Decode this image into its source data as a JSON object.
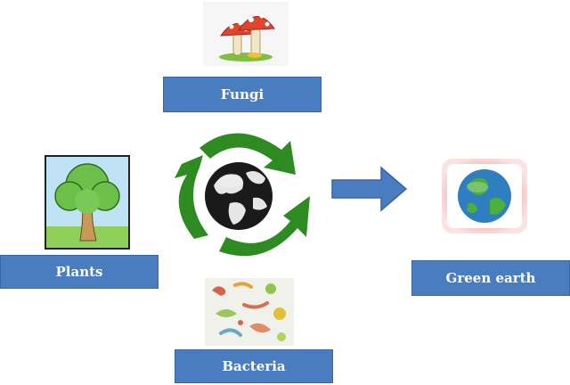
{
  "labels": {
    "fungi": "Fungi",
    "plants": "Plants",
    "bacteria": "Bacteria",
    "green_earth": "Green earth"
  },
  "colors": {
    "label_box": "#4a7cc0",
    "recycle_arrows": "#2e8b22",
    "flow_arrow": "#4a7cc0"
  },
  "icons": [
    "mushroom-icon",
    "tree-icon",
    "bacteria-icon",
    "globe-icon",
    "earth-icon",
    "recycle-arrows-icon",
    "right-arrow-icon"
  ]
}
